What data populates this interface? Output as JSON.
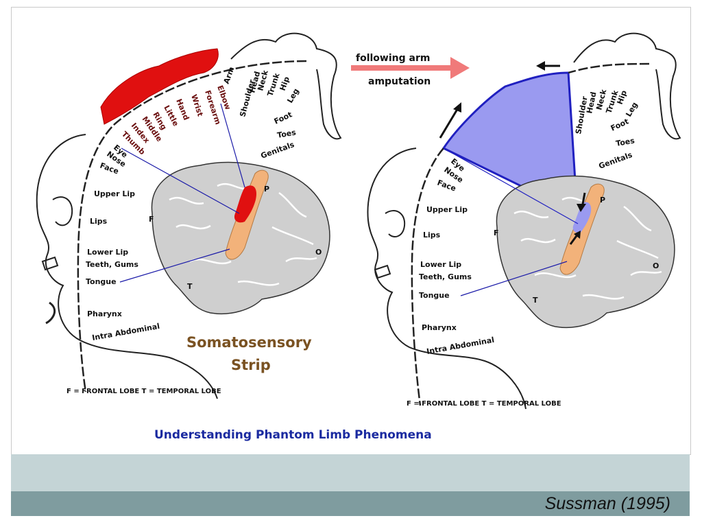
{
  "figure": {
    "title": "Understanding Phantom Limb Phenomena",
    "arrow_text_line1": "following arm",
    "arrow_text_line2": "amputation",
    "strip_label_line1": "Somatosensory",
    "strip_label_line2": "Strip",
    "legend": "F = FRONTAL LOBE  T = TEMPORAL LOBE",
    "lobe_letters": {
      "frontal": "F",
      "parietal": "P",
      "occipital": "O",
      "temporal": "T"
    },
    "left_body_parts": [
      "Genitals",
      "Toes",
      "Foot",
      "Leg",
      "Hip",
      "Trunk",
      "Neck",
      "Head",
      "Shoulder",
      "Arm",
      "Elbow",
      "Forearm",
      "Wrist",
      "Hand",
      "Little",
      "Ring",
      "Middle",
      "Index",
      "Thumb",
      "Eye",
      "Nose",
      "Face",
      "Upper Lip",
      "Lips",
      "Lower Lip",
      "Teeth, Gums",
      "Tongue",
      "Pharynx",
      "Intra Abdominal"
    ],
    "right_body_parts": [
      "Genitals",
      "Toes",
      "Foot",
      "Leg",
      "Hip",
      "Trunk",
      "Neck",
      "Head",
      "Shoulder",
      "Eye",
      "Nose",
      "Face",
      "Upper Lip",
      "Lips",
      "Lower Lip",
      "Teeth, Gums",
      "Tongue",
      "Pharynx",
      "Intra Abdominal"
    ]
  },
  "citation": "Sussman (1995)",
  "colors": {
    "hand_region": "#e01010",
    "strip_highlight": "#f2b27a",
    "remapped_area": "#9a9af0",
    "remapped_edge": "#2020c0",
    "arrow": "#f07a7a",
    "brain": "#cfcfcf",
    "band_light": "#c4d4d6",
    "band_dark": "#7f9c9f"
  }
}
